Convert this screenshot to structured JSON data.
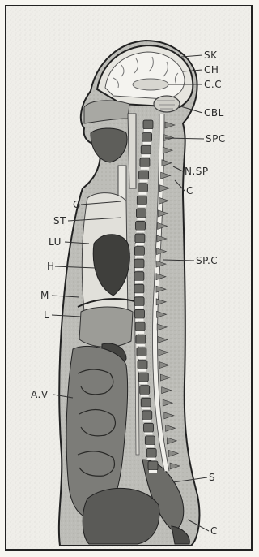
{
  "labels": {
    "sk": "SK",
    "ch": "CH",
    "cc": "C.C",
    "cbl": "CBL",
    "spc_upper": "SPC",
    "nsp": "N.SP",
    "c_upper": "C",
    "g": "G",
    "st": "ST",
    "lu": "LU",
    "h": "H",
    "spc_lower": "SP.C",
    "m": "M",
    "l": "L",
    "av": "A.V",
    "s": "S",
    "c_lower": "C"
  },
  "colors": {
    "ink": "#222222",
    "body_fill": "#c9c9c4",
    "dark_organ": "#4b4b4b",
    "mid_organ": "#8f8f8a",
    "light_organ": "#d9d8d3",
    "vertebra": "#6a6a66",
    "disc": "#f3f2ee"
  }
}
